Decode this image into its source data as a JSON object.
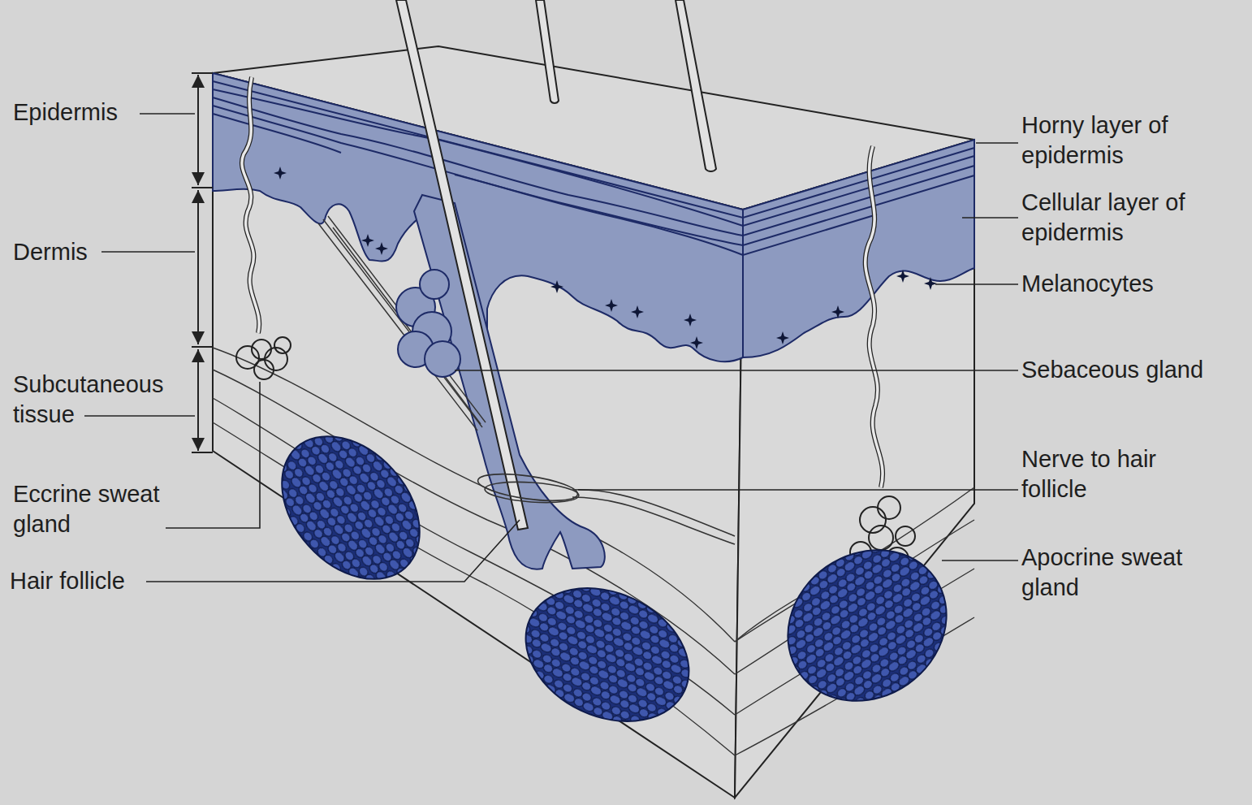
{
  "diagram": {
    "labels": [
      "Epidermis",
      "Dermis",
      "Subcutaneous tissue",
      "Eccrine sweat gland",
      "Hair follicle",
      "Horny layer of epidermis",
      "Cellular layer of epidermis",
      "Melanocytes",
      "Sebaceous gland",
      "Nerve to hair follicle",
      "Apocrine sweat gland"
    ]
  }
}
